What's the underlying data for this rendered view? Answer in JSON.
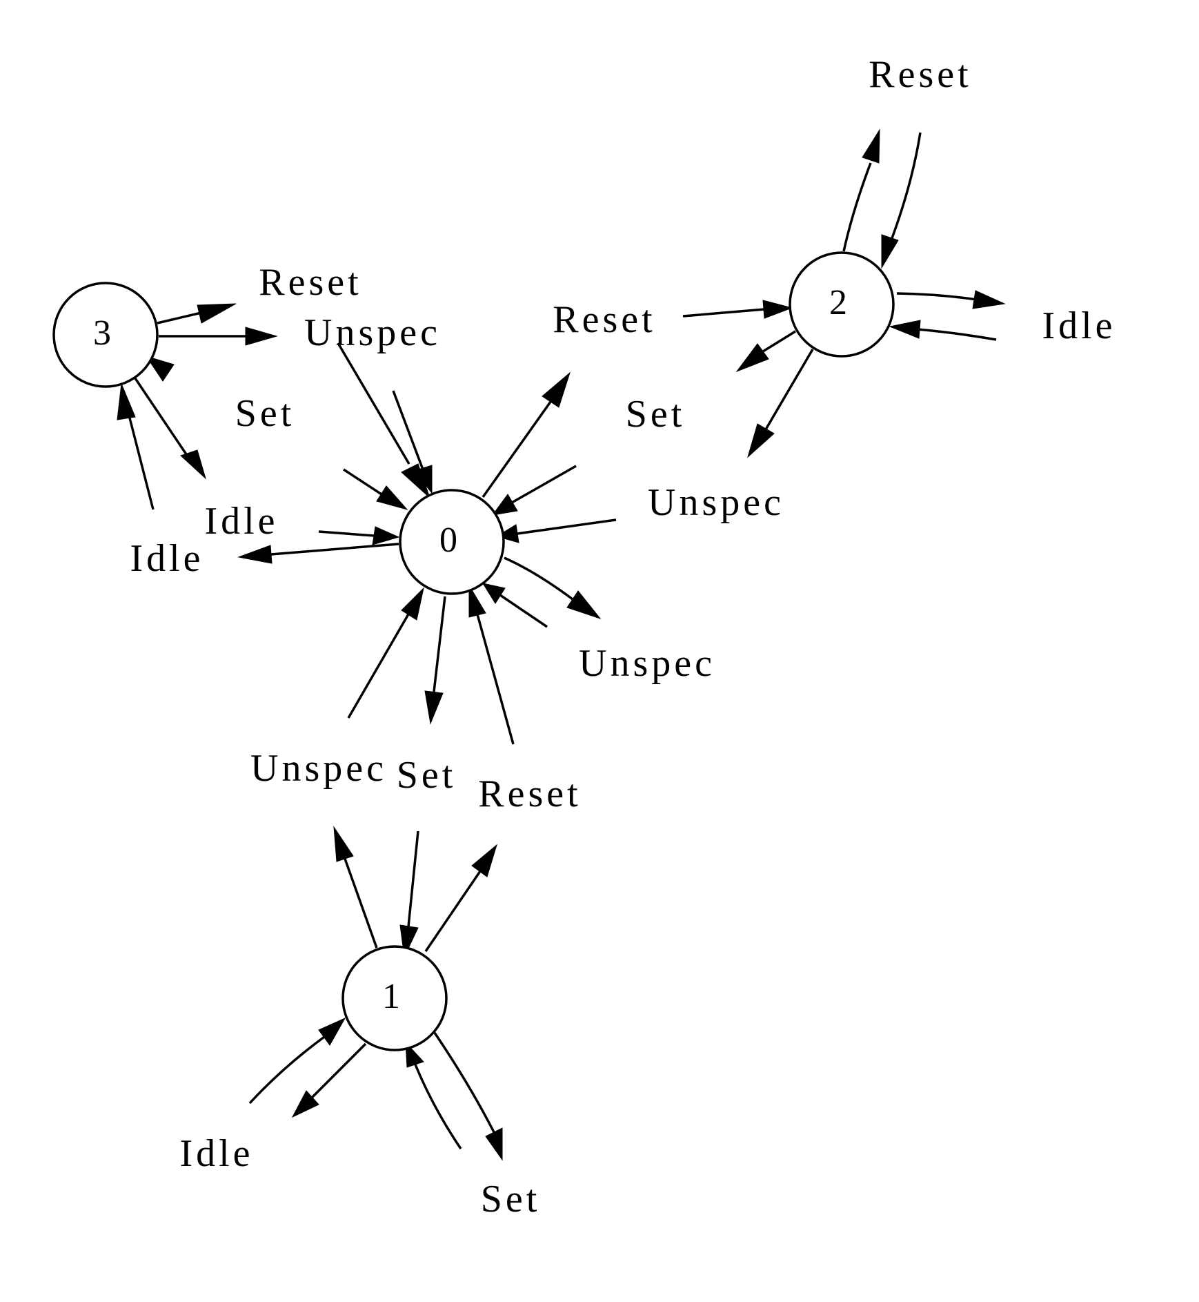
{
  "colors": {
    "stroke": "#000000",
    "background": "#ffffff"
  },
  "states": [
    {
      "id": "state-0",
      "label": "0"
    },
    {
      "id": "state-1",
      "label": "1"
    },
    {
      "id": "state-2",
      "label": "2"
    },
    {
      "id": "state-3",
      "label": "3"
    }
  ],
  "labels": {
    "s3_reset": "Reset",
    "s3_unspec": "Unspec",
    "s3_set": "Set",
    "s3_idle_a": "Idle",
    "s3_idle_b": "Idle",
    "s2_reset_top": "Reset",
    "s2_reset_left": "Reset",
    "s2_idle": "Idle",
    "s2_set": "Set",
    "s2_unspec": "Unspec",
    "s0_unspec_right": "Unspec",
    "s1_unspec": "Unspec",
    "s1_set_top": "Set",
    "s1_reset": "Reset",
    "s1_idle": "Idle",
    "s1_set_bottom": "Set"
  }
}
